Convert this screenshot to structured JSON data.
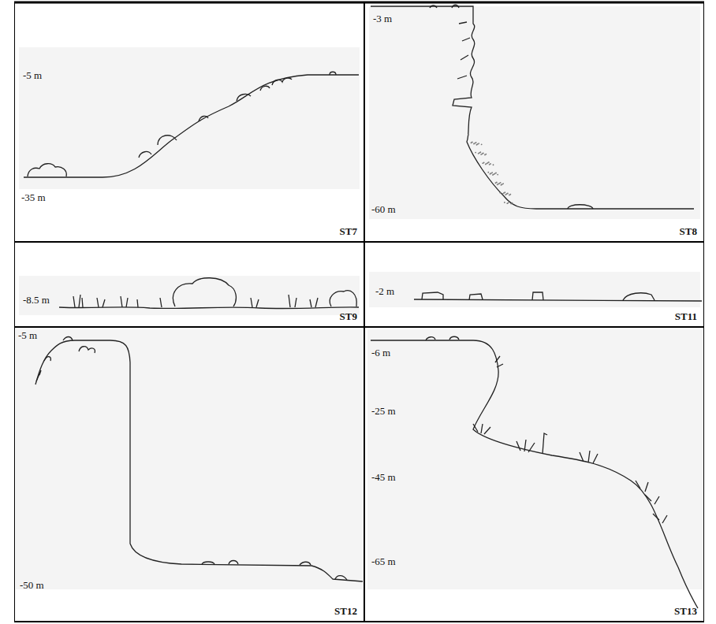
{
  "diagram": {
    "nodes": [
      {
        "text": [
          "-5 m",
          "-35 m",
          "ST7"
        ]
      },
      {
        "text": [
          "-3 m",
          "-60 m",
          "ST8"
        ]
      },
      {
        "text": [
          "-8.5 m",
          "ST9"
        ]
      },
      {
        "text": [
          "-2 m",
          "ST11"
        ]
      },
      {
        "text": [
          "-5 m",
          "-50 m",
          "ST12"
        ]
      },
      {
        "text": [
          "-6 m",
          "-25 m",
          "-45 m",
          "-65 m",
          "ST13"
        ]
      }
    ]
  }
}
